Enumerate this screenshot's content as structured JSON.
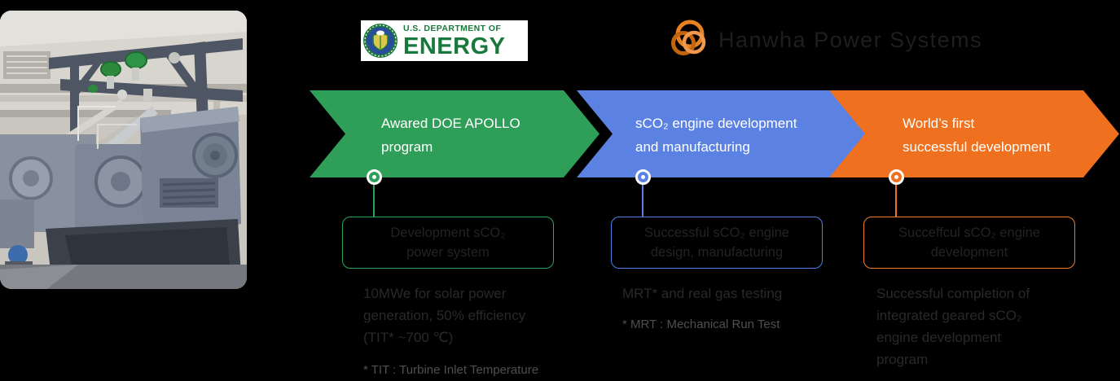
{
  "logos": {
    "doe": {
      "top_text": "U.S. DEPARTMENT OF",
      "main_text": "ENERGY",
      "green": "#17793b",
      "seal_blue": "#2a4d9b"
    },
    "hanwha": {
      "name": "Hanwha Power Systems",
      "orange": "#e8811f"
    }
  },
  "timeline": {
    "stages": [
      {
        "name": "doe-apollo-award",
        "color": "#2f9e58",
        "arrow_line1": "Awared DOE APOLLO",
        "arrow_line2": "program",
        "box_line1": "Development sCO₂",
        "box_line2": "power system",
        "desc_line1": "10MWe for solar power",
        "desc_line2": "generation, 50% efficiency",
        "desc_line3": "(TIT* ~700 ℃)",
        "desc_line4": "",
        "footnote": "* TIT : Turbine Inlet Temperature"
      },
      {
        "name": "engine-development",
        "color": "#5b82e2",
        "arrow_line1": "sCO₂ engine development",
        "arrow_line2": "and manufacturing",
        "box_line1": "Successful sCO₂ engine",
        "box_line2": "design, manufacturing",
        "desc_line1": "MRT* and real gas testing",
        "desc_line2": "",
        "desc_line3": "",
        "desc_line4": "",
        "footnote": "* MRT : Mechanical Run Test"
      },
      {
        "name": "worlds-first-success",
        "color": "#ef7120",
        "arrow_line1": "World’s first",
        "arrow_line2": "successful development",
        "box_line1": "Succeffcul sCO₂ engine",
        "box_line2": "development",
        "desc_line1": "Successful completion of",
        "desc_line2": "integrated geared sCO₂",
        "desc_line3": "engine development",
        "desc_line4": "program",
        "footnote": ""
      }
    ]
  }
}
